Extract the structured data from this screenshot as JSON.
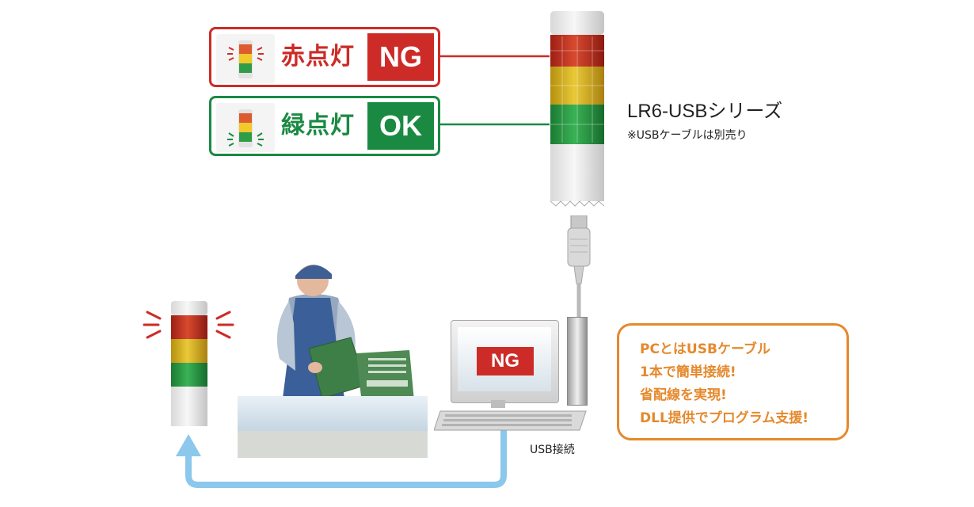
{
  "labels": {
    "red_status": {
      "light": "赤点灯",
      "result": "NG"
    },
    "green_status": {
      "light": "緑点灯",
      "result": "OK"
    },
    "series_name": "LR6-USBシリーズ",
    "series_note": "※USBケーブルは別売り",
    "monitor_text": "NG",
    "usb_connection": "USB接続"
  },
  "callout": {
    "lines": [
      "PCとはUSBケーブル",
      "1本で簡単接続!",
      "省配線を実現!",
      "DLL提供でプログラム支援!"
    ]
  },
  "colors": {
    "red": "#cd2b27",
    "green": "#1a8a43",
    "orange": "#e5892c",
    "arrow": "#8cc7ec"
  }
}
